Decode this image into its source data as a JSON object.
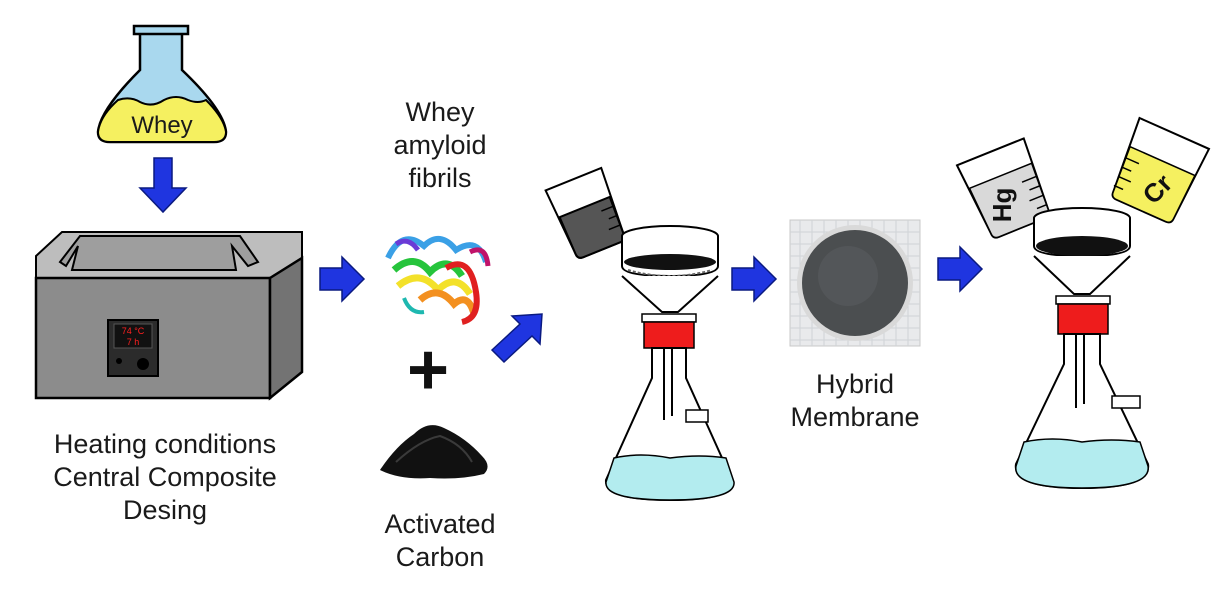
{
  "flask_label": "Whey",
  "bath_display": {
    "temperature": "74 °C",
    "time": "7 h"
  },
  "heating_caption": [
    "Heating conditions",
    "Central Composite",
    "Desing"
  ],
  "fibrils_caption": [
    "Whey",
    "amyloid",
    "fibrils"
  ],
  "plus_sign": "+",
  "carbon_caption": [
    "Activated",
    "Carbon"
  ],
  "membrane_caption": [
    "Hybrid",
    "Membrane"
  ],
  "metal_labels": {
    "mercury": "Hg",
    "chromium": "Cr"
  },
  "colors": {
    "arrow": "#1f35e0",
    "flask_liquid": "#f5f060",
    "flask_glass": "#a9d8ee",
    "bath_body": "#8c8c8c",
    "display_text": "#ff2020",
    "filtrate": "#b3ecef",
    "stopper": "#ee1c1c",
    "cake": "#111111"
  }
}
